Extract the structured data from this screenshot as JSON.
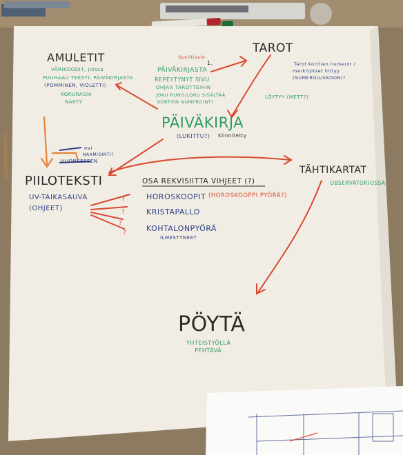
{
  "colors": {
    "table": "#8c7b61",
    "paper": "#f1ede4",
    "red": "#d94a30",
    "orange": "#e8823a",
    "green": "#2f9a63",
    "blue": "#2c3f86",
    "black": "#2a2a2a"
  },
  "poster": {
    "amuletit": {
      "title": "AMULETIT",
      "lines": [
        "VÄRIKOODIT, joissa",
        "PUUHAAU TEKSTI, PÄIVÄKIRJASTA",
        "(POMMINEN, VIOLETTI)",
        "KORURASIA",
        "NÄKYY"
      ]
    },
    "tarot": {
      "title": "TAROT",
      "note_lines": [
        "Tarot korttien numerot /",
        "merkitykset liittyy",
        "(NUMEROLUKKOON)?"
      ],
      "found": "LÖYTYY (METT?)"
    },
    "paivakirja_note": {
      "red_label": "Spoiltivalo",
      "number": "1.",
      "lines": [
        "PÄIVÄKIRJASTA",
        "REPEYTYNYT SIVU",
        "OHJAA TAROTTEIHIN",
        "JOKU RUNO/LORU SISÄLTÄÄ",
        "KORTIEN NUMEROINTI"
      ]
    },
    "paivakirja": {
      "title": "PÄIVÄKIRJA",
      "sub": "(LUKITTU?)",
      "sub2": "Kiinnitetty"
    },
    "side_left": "VIHJE DOKUMENTTI?",
    "crossed": {
      "l1": "ovi",
      "l2": "NAAMIOINTI?",
      "l3": "HUONEESEEN"
    },
    "piiloteksti": {
      "title": "PIILOTEKSTI",
      "l1": "UV-TAIKASAUVA",
      "l2": "(OHJEET)"
    },
    "osa": {
      "title": "OSA REKVISIITTA VIHJEET (?)",
      "horoskoopit": "HOROSKOOPIT",
      "horo_note": "(HOROSKOOPPI PYÖRÄ?)",
      "kristapallo": "KRISTAPALLO",
      "kohtalon": "KOHTALONPYÖRÄ",
      "kohtalon_sub": "ILMESTYNEET"
    },
    "tahtikartat": {
      "title": "TÄHTIKARTAT",
      "sub": "OBSERVATORIOSSA"
    },
    "poyta": {
      "title": "PÖYTÄ",
      "l1": "YHTEISTYÖLLÄ",
      "l2": "PEHTÄVÄ"
    }
  }
}
